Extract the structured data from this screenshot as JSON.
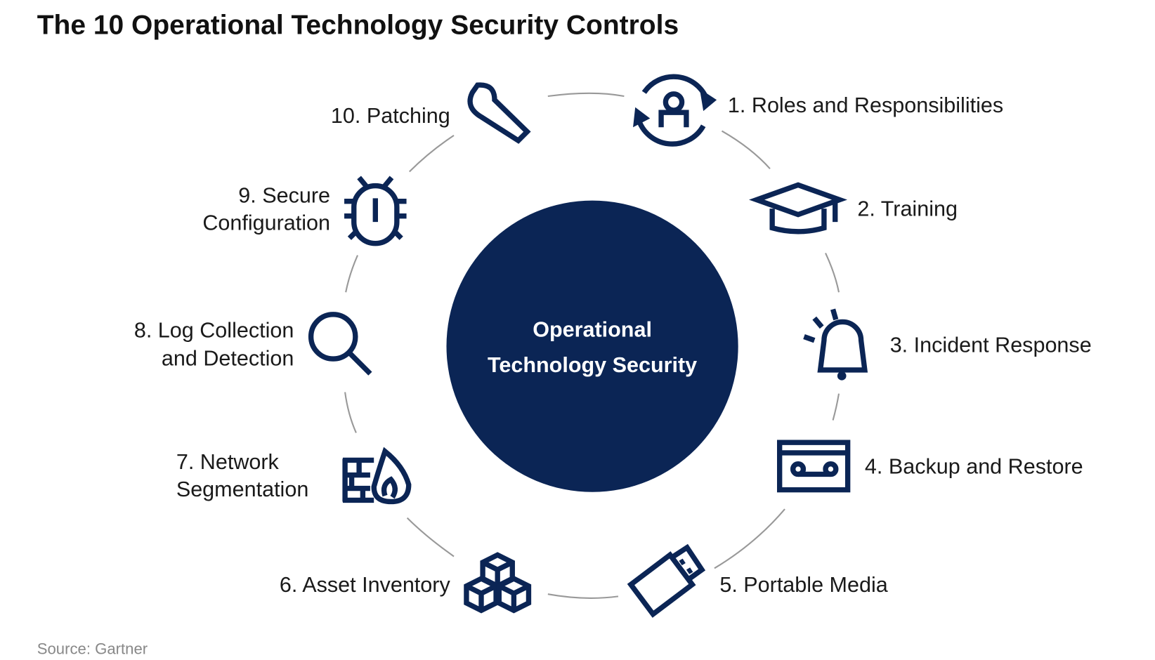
{
  "title": "The 10 Operational Technology Security Controls",
  "center": {
    "line1": "Operational",
    "line2": "Technology Security",
    "color": "#0b2555"
  },
  "controls": [
    {
      "lines": [
        "1. Roles and Responsibilities"
      ],
      "icon": "roles-cycle-icon"
    },
    {
      "lines": [
        "2. Training"
      ],
      "icon": "graduation-cap-icon"
    },
    {
      "lines": [
        "3. Incident Response"
      ],
      "icon": "alarm-bell-icon"
    },
    {
      "lines": [
        "4. Backup and Restore"
      ],
      "icon": "cassette-tape-icon"
    },
    {
      "lines": [
        "5. Portable Media"
      ],
      "icon": "usb-drive-icon"
    },
    {
      "lines": [
        "6. Asset Inventory"
      ],
      "icon": "stacked-cubes-icon"
    },
    {
      "lines": [
        "7. Network",
        "Segmentation"
      ],
      "icon": "firewall-icon"
    },
    {
      "lines": [
        "8. Log Collection",
        "and Detection"
      ],
      "icon": "magnifier-icon"
    },
    {
      "lines": [
        "9. Secure",
        "Configuration"
      ],
      "icon": "bug-icon"
    },
    {
      "lines": [
        "10. Patching"
      ],
      "icon": "wrench-icon"
    }
  ],
  "source": "Source: Gartner"
}
